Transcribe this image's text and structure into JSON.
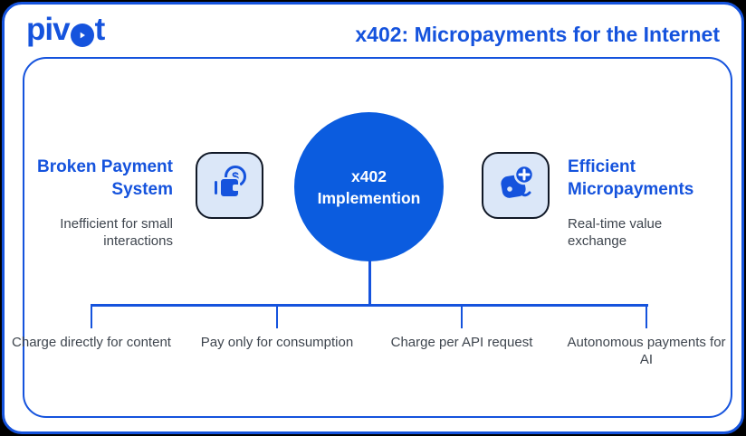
{
  "header": {
    "logo": {
      "pre": "piv",
      "post": "t",
      "arrow_icon": "logo-arrow-icon"
    },
    "title": "x402: Micropayments for the Internet"
  },
  "diagram": {
    "left": {
      "heading": "Broken Payment System",
      "subtitle": "Inefficient for small interactions",
      "icon": "wallet-dollar-icon"
    },
    "center": {
      "line1": "x402",
      "line2": "Implemention"
    },
    "right": {
      "heading": "Efficient Micropayments",
      "subtitle": "Real-time value exchange",
      "icon": "payment-add-icon"
    },
    "branches": [
      "Charge directly for content",
      "Pay only for consumption",
      "Charge per API request",
      "Autonomous payments for AI"
    ]
  },
  "colors": {
    "brand_blue": "#1553dd",
    "circle_blue": "#0b5cdf",
    "icon_background": "#dbe7f8",
    "icon_border": "#101826",
    "text_gray": "#3e454e",
    "panel_background": "#ffffff",
    "outer_background": "#000000"
  }
}
